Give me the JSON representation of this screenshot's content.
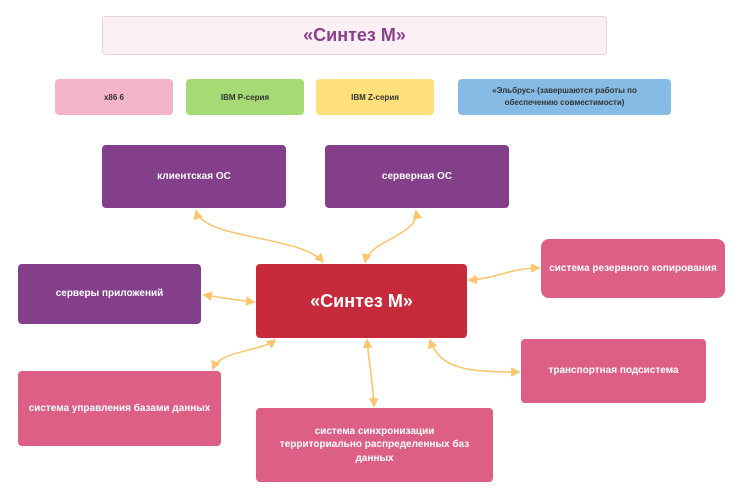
{
  "title": "«Синтез М»",
  "platforms": [
    {
      "label": "x86 6",
      "color": "#f4b5c9"
    },
    {
      "label": "IBM P-серия",
      "color": "#a6da74"
    },
    {
      "label": "IBM Z-серия",
      "color": "#fde07a"
    },
    {
      "label": "«Эльбрус» (завершаются работы по обеспечению совместимости)",
      "color": "#85bbe4"
    }
  ],
  "center": {
    "label": "«Синтез М»",
    "color": "#c72a3a"
  },
  "nodes": {
    "client_os": "клиентская ОС",
    "server_os": "серверная ОС",
    "app_servers": "серверы приложений",
    "backup": "система резервного копирования",
    "transport": "транспортная подсистема",
    "dbms": "система управления базами данных",
    "sync": "система синхронизации территориально распределенных баз данных"
  },
  "colors": {
    "purple": "#833f89",
    "pink": "#dd5f85",
    "arrow": "#fcc66e",
    "title_text": "#8b3f8a"
  }
}
